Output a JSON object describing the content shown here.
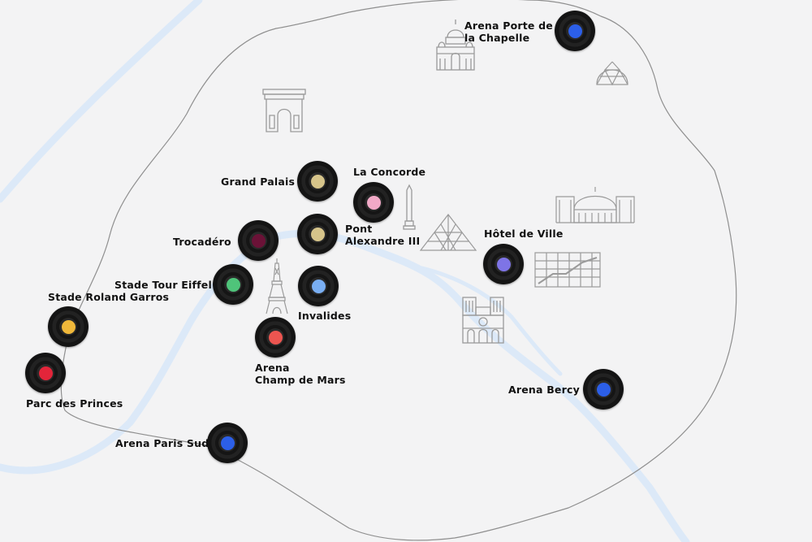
{
  "map": {
    "venues": [
      {
        "id": "arena-porte-de-la-chapelle",
        "label": [
          "Arena Porte de",
          "la Chapelle"
        ],
        "color": "#2c5fe8"
      },
      {
        "id": "grand-palais",
        "label": [
          "Grand Palais"
        ],
        "color": "#d6c48a"
      },
      {
        "id": "la-concorde",
        "label": [
          "La Concorde"
        ],
        "color": "#f2a9c7"
      },
      {
        "id": "pont-alexandre-iii",
        "label": [
          "Pont",
          "Alexandre III"
        ],
        "color": "#d6c48a"
      },
      {
        "id": "trocadero",
        "label": [
          "Trocadéro"
        ],
        "color": "#6b1237"
      },
      {
        "id": "stade-tour-eiffel",
        "label": [
          "Stade Tour Eiffel"
        ],
        "color": "#4fc47a"
      },
      {
        "id": "invalides",
        "label": [
          "Invalides"
        ],
        "color": "#79aef2"
      },
      {
        "id": "hotel-de-ville",
        "label": [
          "Hôtel de Ville"
        ],
        "color": "#7e74e6"
      },
      {
        "id": "stade-roland-garros",
        "label": [
          "Stade Roland Garros"
        ],
        "color": "#f0b83a"
      },
      {
        "id": "arena-champ-de-mars",
        "label": [
          "Arena",
          "Champ de Mars"
        ],
        "color": "#ec5550"
      },
      {
        "id": "parc-des-princes",
        "label": [
          "Parc des Princes"
        ],
        "color": "#e3253a"
      },
      {
        "id": "arena-bercy",
        "label": [
          "Arena Bercy"
        ],
        "color": "#2c5fe8"
      },
      {
        "id": "arena-paris-sud",
        "label": [
          "Arena Paris Sud"
        ],
        "color": "#2c5fe8"
      }
    ],
    "landmarks": [
      {
        "id": "sacre-coeur",
        "icon": "sacre-coeur-icon"
      },
      {
        "id": "geode",
        "icon": "geode-icon"
      },
      {
        "id": "arc-de-triomphe",
        "icon": "arc-de-triomphe-icon"
      },
      {
        "id": "obelisk",
        "icon": "obelisk-icon"
      },
      {
        "id": "louvre-pyramid",
        "icon": "louvre-pyramid-icon"
      },
      {
        "id": "grand-palais-building",
        "icon": "grand-palais-building-icon"
      },
      {
        "id": "pompidou-centre",
        "icon": "pompidou-centre-icon"
      },
      {
        "id": "eiffel-tower",
        "icon": "eiffel-tower-icon"
      },
      {
        "id": "notre-dame",
        "icon": "notre-dame-icon"
      }
    ],
    "colors": {
      "river": "#dce9f8",
      "boundary": "#8f8f8f",
      "background": "#f3f3f4",
      "landmark_stroke": "#9a9a9a"
    }
  }
}
